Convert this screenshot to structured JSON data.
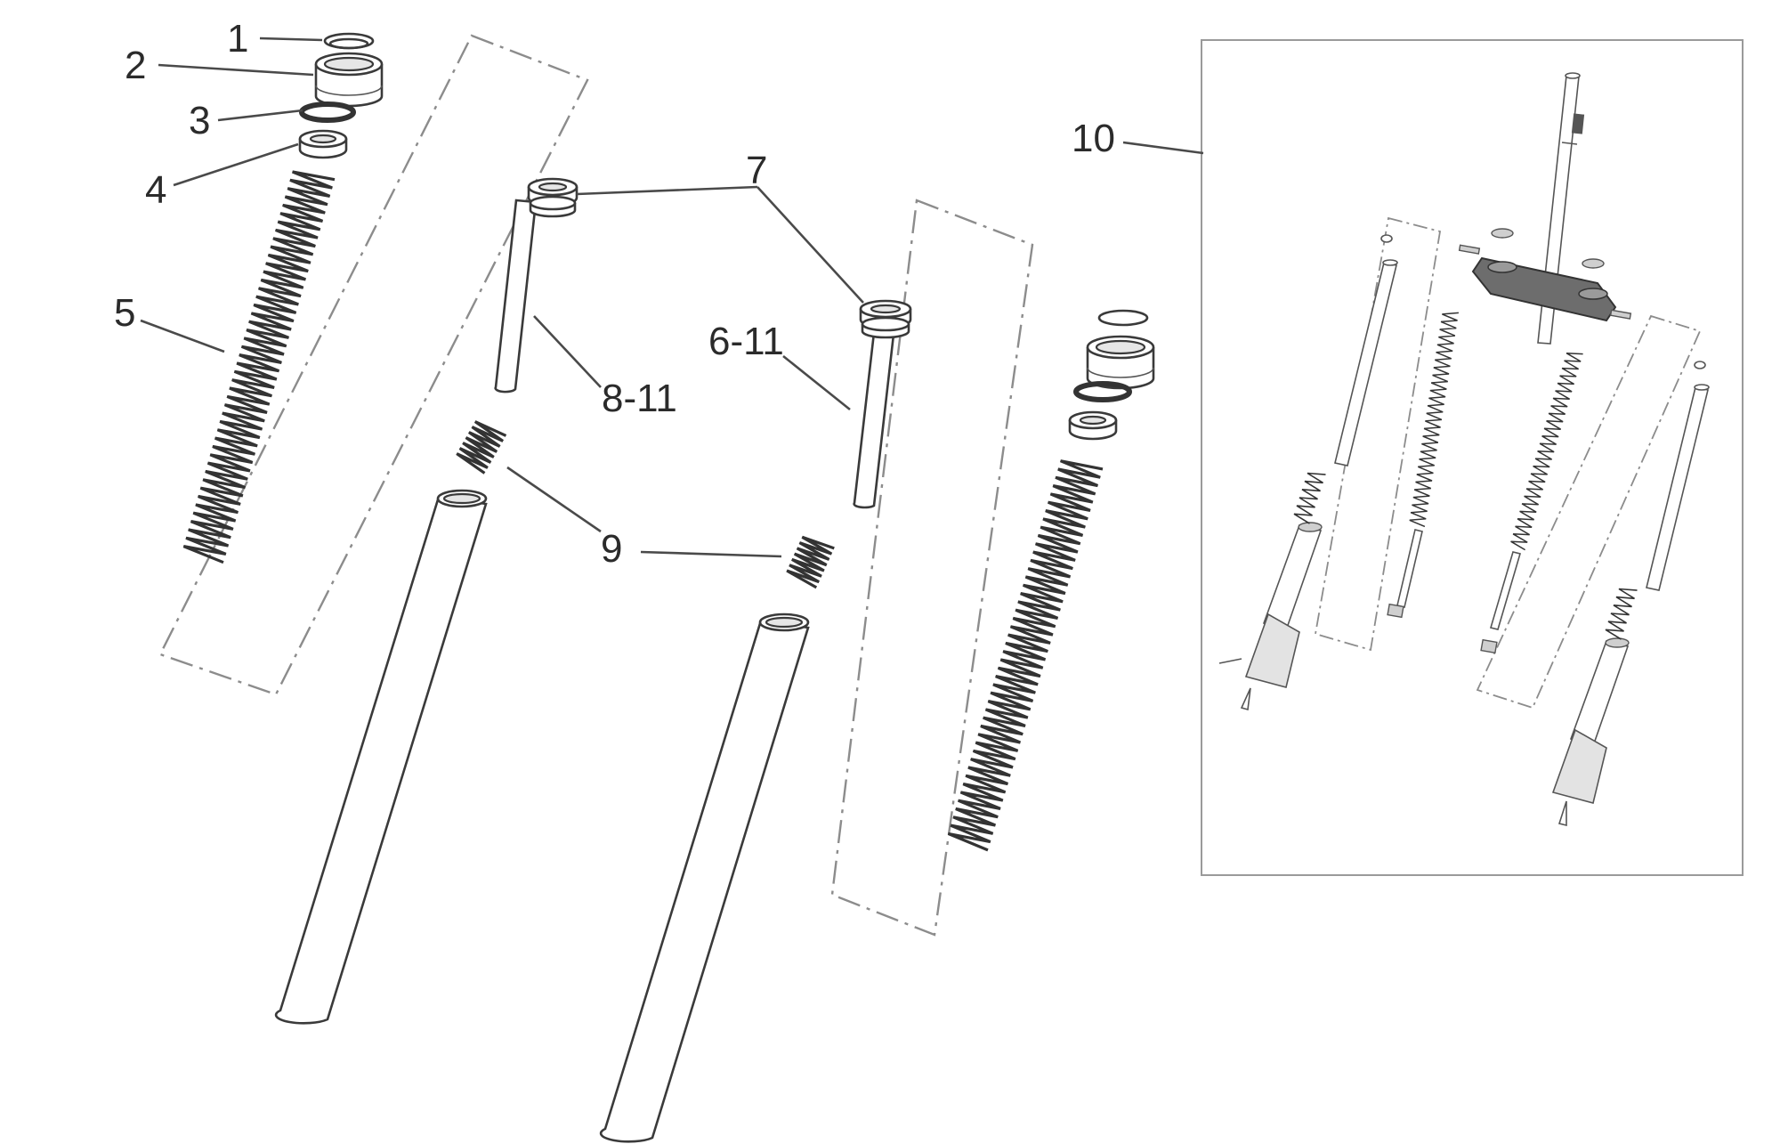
{
  "labels": {
    "l1": "1",
    "l2": "2",
    "l3": "3",
    "l4": "4",
    "l5": "5",
    "l6": "6-11",
    "l7": "7",
    "l8": "8-11",
    "l9": "9",
    "l10": "10"
  },
  "colors": {
    "line": "#3a3a3a",
    "dash": "#8c8c8c",
    "label": "#2b2b2b",
    "background": "#ffffff"
  }
}
